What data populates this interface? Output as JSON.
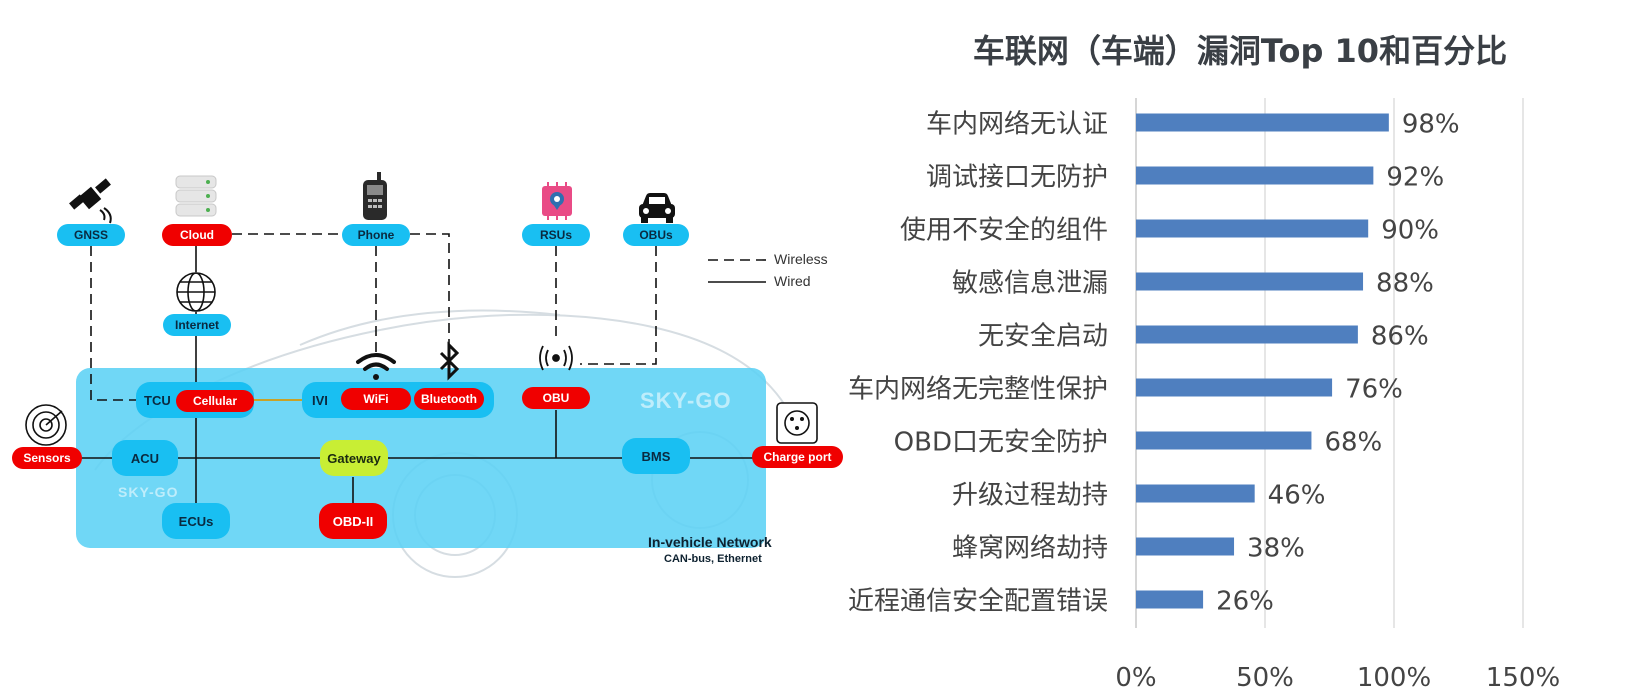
{
  "diagram": {
    "nodes": {
      "gnss": "GNSS",
      "cloud": "Cloud",
      "phone": "Phone",
      "rsus": "RSUs",
      "obus": "OBUs",
      "internet": "Internet",
      "tcu": "TCU",
      "cellular": "Cellular",
      "ivi": "IVI",
      "wifi": "WiFi",
      "bluetooth": "Bluetooth",
      "obu": "OBU",
      "sensors": "Sensors",
      "acu": "ACU",
      "gateway": "Gateway",
      "bms": "BMS",
      "charge_port": "Charge port",
      "ecus": "ECUs",
      "obd2": "OBD-II"
    },
    "legend": {
      "wireless": "Wireless",
      "wired": "Wired"
    },
    "network_title": "In-vehicle Network",
    "network_subtitle": "CAN-bus, Ethernet",
    "watermark": "SKY-GO",
    "colors": {
      "network_box": "#5cd2f5",
      "blue_pill": "#19bff2",
      "red_pill": "#f00000",
      "gateway": "#c8ee34"
    }
  },
  "chart_data": {
    "type": "bar",
    "orientation": "horizontal",
    "title": "车联网（车端）漏洞Top 10和百分比",
    "categories": [
      "车内网络无认证",
      "调试接口无防护",
      "使用不安全的组件",
      "敏感信息泄漏",
      "无安全启动",
      "车内网络无完整性保护",
      "OBD口无安全防护",
      "升级过程劫持",
      "蜂窝网络劫持",
      "近程通信安全配置错误"
    ],
    "values": [
      98,
      92,
      90,
      88,
      86,
      76,
      68,
      46,
      38,
      26
    ],
    "data_labels": [
      "98%",
      "92%",
      "90%",
      "88%",
      "86%",
      "76%",
      "68%",
      "46%",
      "38%",
      "26%"
    ],
    "xlim": [
      0,
      150
    ],
    "x_ticks": [
      "0%",
      "50%",
      "100%",
      "150%"
    ],
    "grid": true,
    "bar_color": "#4f7fbf"
  }
}
